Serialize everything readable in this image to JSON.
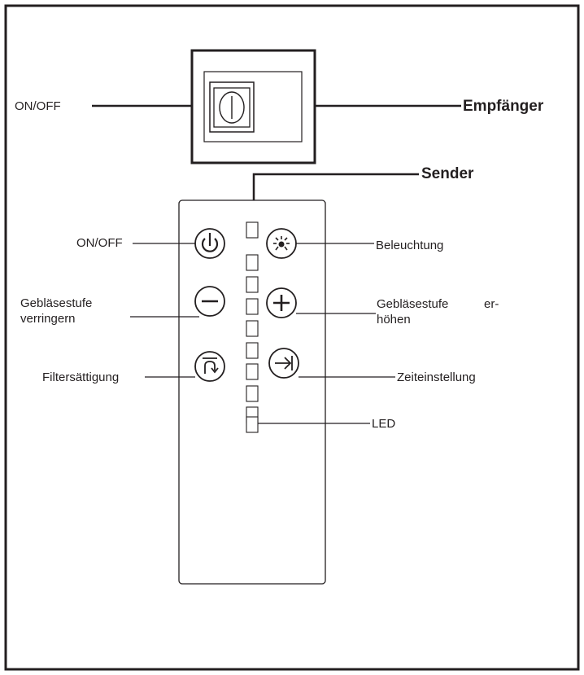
{
  "receiver": {
    "title": "Empfänger",
    "on_off_label": "ON/OFF"
  },
  "transmitter": {
    "title": "Sender",
    "labels": {
      "on_off": "ON/OFF",
      "lighting": "Beleuchtung",
      "fan_decrease_line1": "Gebläsestufe",
      "fan_decrease_line2": "verringern",
      "fan_increase_line1": "Gebläsestufe",
      "fan_increase_line1_end": "er-",
      "fan_increase_line2": "höhen",
      "filter_saturation": "Filtersättigung",
      "timer": "Zeiteinstellung",
      "led": "LED"
    },
    "led_count": 10
  },
  "icons": [
    "rocker-switch-icon",
    "power-icon",
    "light-icon",
    "minus-icon",
    "plus-icon",
    "filter-saturation-icon",
    "timer-icon"
  ],
  "colors": {
    "line": "#231f20",
    "background": "#ffffff"
  }
}
